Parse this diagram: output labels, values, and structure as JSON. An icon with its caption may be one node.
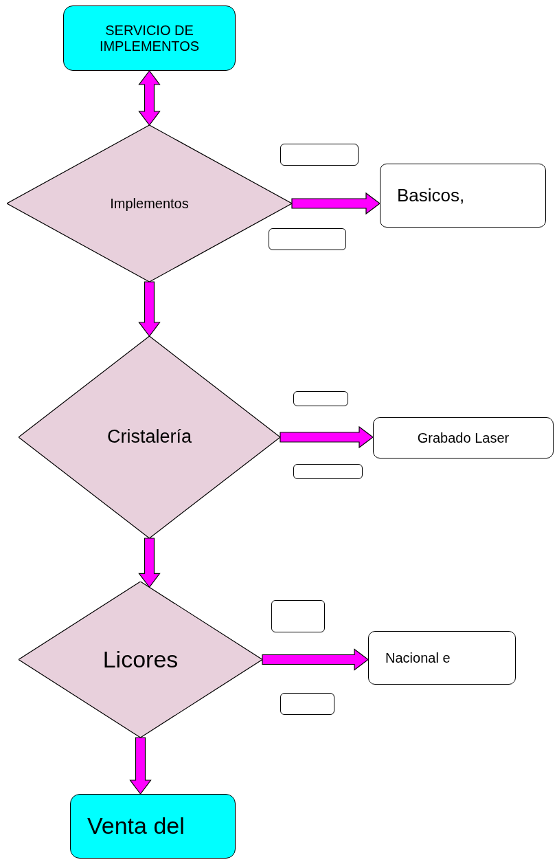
{
  "diagram": {
    "nodes": [
      {
        "text": [
          "SERVICIO DE IMPLEMENTOS"
        ]
      },
      {
        "text": [
          "Implementos"
        ]
      },
      {
        "text": [],
        "shape": "box"
      },
      {
        "text": [],
        "shape": "box"
      },
      {
        "text": [
          "Basicos,"
        ]
      },
      {
        "text": [
          "Cristalería"
        ]
      },
      {
        "text": [],
        "shape": "box"
      },
      {
        "text": [],
        "shape": "box"
      },
      {
        "text": [
          "Grabado Laser"
        ]
      },
      {
        "text": [
          "Licores"
        ]
      },
      {
        "text": [],
        "shape": "box"
      },
      {
        "text": [],
        "shape": "box"
      },
      {
        "text": [
          "Nacional e"
        ]
      },
      {
        "text": [
          "Venta del"
        ]
      }
    ],
    "edges": [
      {
        "from": 0,
        "to": 1,
        "arrow": "both"
      },
      {
        "from": 1,
        "to": 4,
        "arrow": "to"
      },
      {
        "from": 1,
        "to": 5,
        "arrow": "to"
      },
      {
        "from": 5,
        "to": 8,
        "arrow": "to"
      },
      {
        "from": 5,
        "to": 9,
        "arrow": "to"
      },
      {
        "from": 9,
        "to": 12,
        "arrow": "to"
      },
      {
        "from": 9,
        "to": 13,
        "arrow": "to"
      }
    ]
  }
}
